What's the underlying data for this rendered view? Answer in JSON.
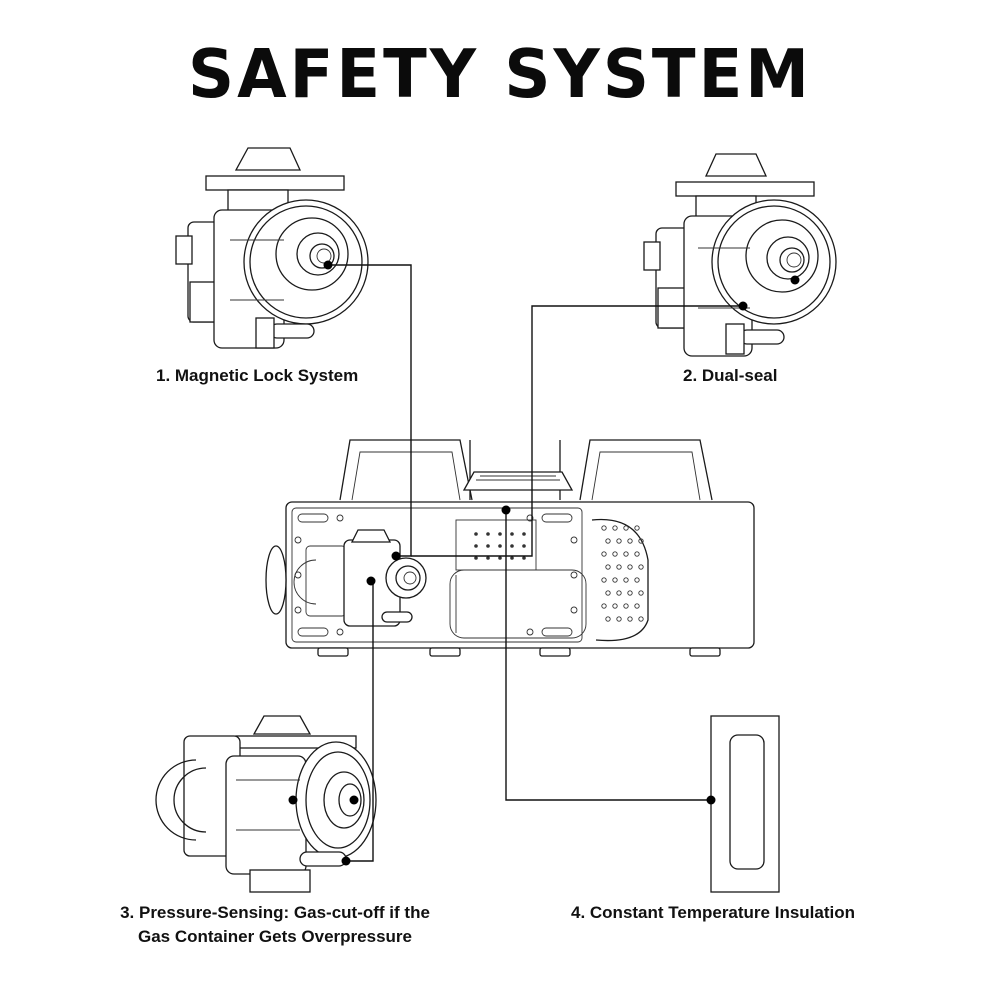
{
  "title": "SAFETY SYSTEM",
  "features": [
    {
      "label": "1. Magnetic Lock System"
    },
    {
      "label": "2. Dual-seal"
    },
    {
      "label_line1": "3. Pressure-Sensing: Gas-cut-off if the",
      "label_line2": "Gas Container Gets Overpressure"
    },
    {
      "label": "4. Constant Temperature Insulation"
    }
  ]
}
